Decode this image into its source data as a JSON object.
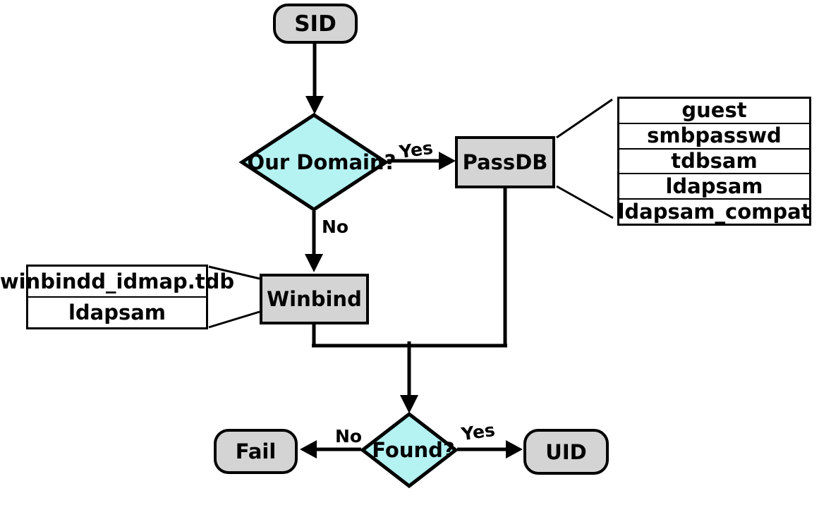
{
  "diagram": {
    "nodes": {
      "sid": {
        "label": "SID",
        "type": "terminal"
      },
      "our_domain": {
        "label": "Our Domain?",
        "type": "decision"
      },
      "passdb": {
        "label": "PassDB",
        "type": "process"
      },
      "winbind": {
        "label": "Winbind",
        "type": "process"
      },
      "found": {
        "label": "Found?",
        "type": "decision"
      },
      "fail": {
        "label": "Fail",
        "type": "terminal"
      },
      "uid": {
        "label": "UID",
        "type": "terminal"
      }
    },
    "edge_labels": {
      "our_domain_yes": "Yes",
      "our_domain_no": "No",
      "found_no": "No",
      "found_yes": "Yes"
    },
    "passdb_backends": [
      "guest",
      "smbpasswd",
      "tdbsam",
      "ldapsam",
      "ldapsam_compat"
    ],
    "winbind_backends": [
      "winbindd_idmap.tdb",
      "ldapsam"
    ],
    "colors": {
      "process_fill": "#d4d4d4",
      "decision_fill": "#b5f2f2",
      "table_fill": "#ffffff",
      "line": "#000000",
      "background": "#ffffff"
    }
  }
}
